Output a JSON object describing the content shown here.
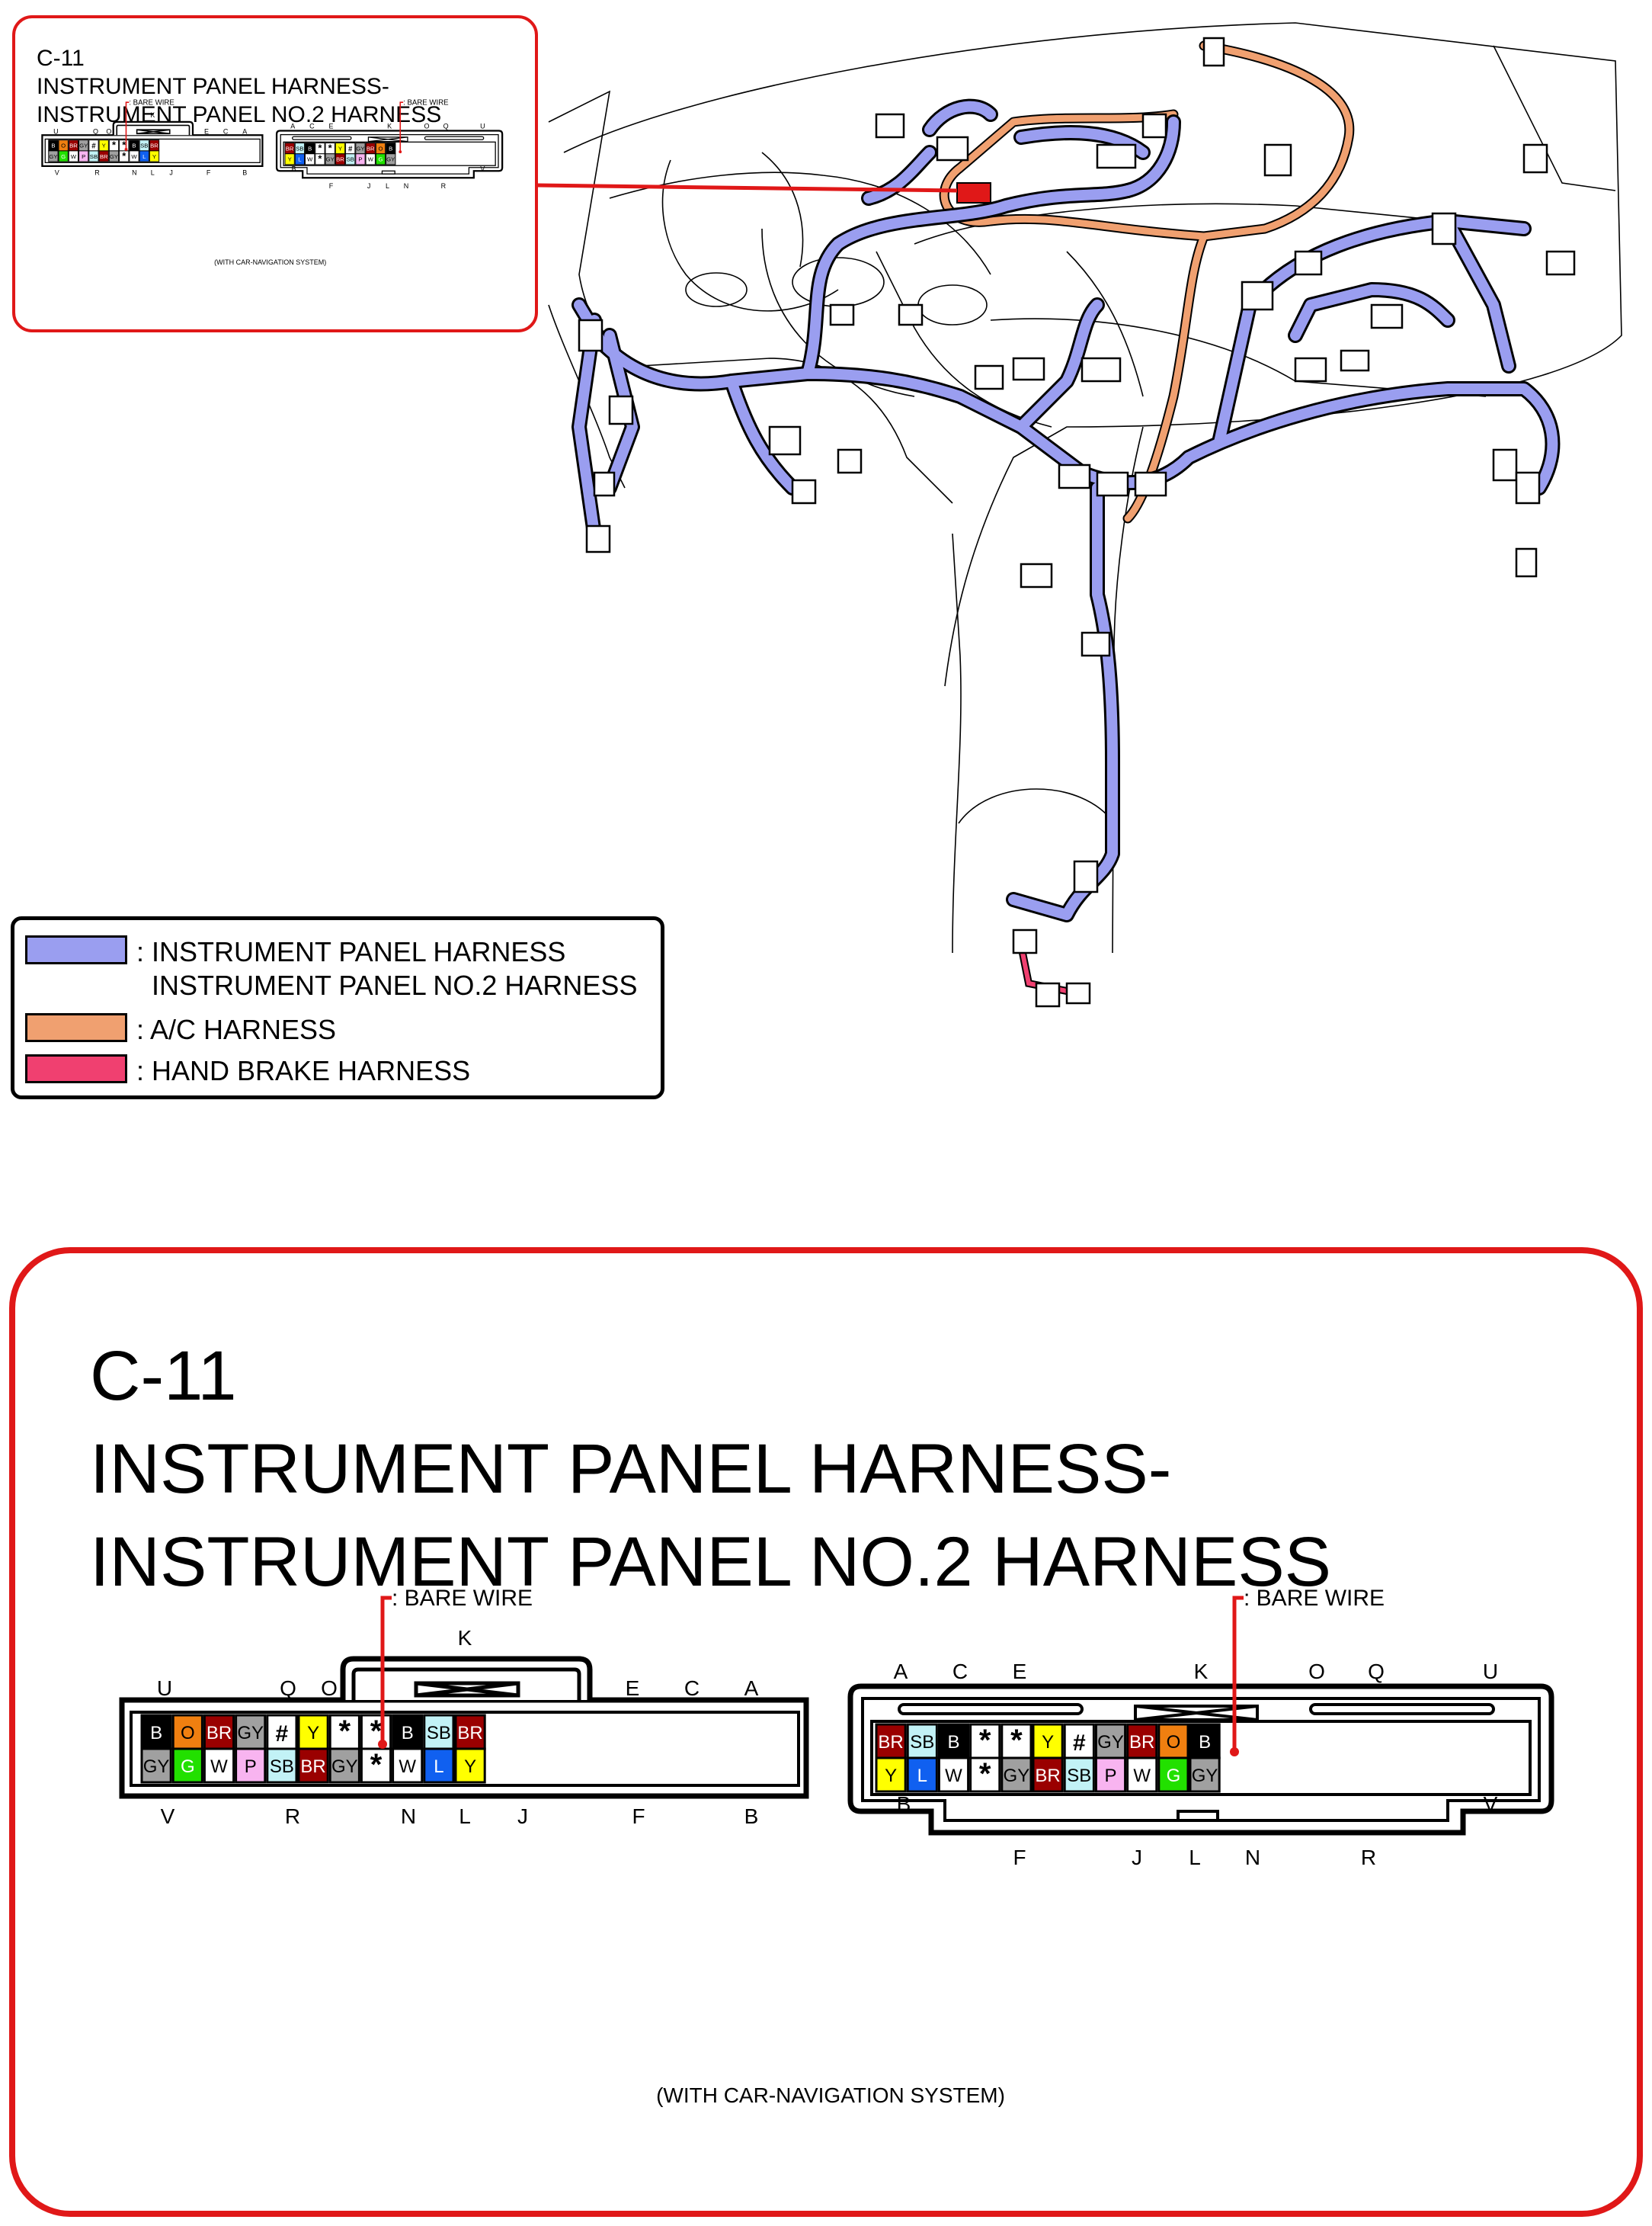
{
  "connector_id": "C-11",
  "title_line1": "INSTRUMENT PANEL HARNESS-",
  "title_line2": "INSTRUMENT PANEL NO.2 HARNESS",
  "legend": [
    {
      "lines": [
        ": INSTRUMENT PANEL HARNESS",
        "INSTRUMENT PANEL NO.2 HARNESS"
      ],
      "color": "#9a9ef0"
    },
    {
      "lines": [
        ": A/C HARNESS"
      ],
      "color": "#f0a070"
    },
    {
      "lines": [
        ": HAND BRAKE HARNESS"
      ],
      "color": "#f04070"
    }
  ],
  "colors": {
    "B": "#000000",
    "O": "#f07f10",
    "BR": "#9a0000",
    "GY": "#a0a0a0",
    "Y": "#ffff00",
    "SB": "#c2f2f6",
    "W": "#ffffff",
    "G": "#22e000",
    "P": "#f8b4f0",
    "L": "#1060f0",
    "#": "#ffffff",
    "*": "#ffffff",
    "harness_blue": "#9a9ef0",
    "ac_orange": "#f0a070",
    "hand_brake": "#f04070",
    "frame_red": "#e01818"
  },
  "left_connector": {
    "label": "INSTRUMENT PANEL HARNESS",
    "bare_wire_label": ": BARE WIRE",
    "top_letters": [
      "U",
      "Q",
      "O",
      "K",
      "E",
      "C",
      "A"
    ],
    "bottom_letters": [
      "V",
      "R",
      "N",
      "L",
      "J",
      "F",
      "B"
    ],
    "row1": [
      "B",
      "O",
      "BR",
      "GY",
      "#",
      "Y",
      "*",
      "*",
      "B",
      "SB",
      "BR"
    ],
    "row2": [
      "GY",
      "G",
      "W",
      "P",
      "SB",
      "BR",
      "GY",
      "*",
      "W",
      "L",
      "Y"
    ]
  },
  "right_connector": {
    "label": "INSTRUMENT PANEL NO.2 HARNESS",
    "bare_wire_label": ": BARE WIRE",
    "top_letters": [
      "A",
      "C",
      "E",
      "K",
      "O",
      "Q",
      "U"
    ],
    "bottom_letters": [
      "B",
      "F",
      "J",
      "L",
      "N",
      "R",
      "V"
    ],
    "row1": [
      "BR",
      "SB",
      "B",
      "*",
      "*",
      "Y",
      "#",
      "GY",
      "BR",
      "O",
      "B"
    ],
    "row2": [
      "Y",
      "L",
      "W",
      "*",
      "GY",
      "BR",
      "SB",
      "P",
      "W",
      "G",
      "GY"
    ]
  },
  "footnote": "(WITH CAR-NAVIGATION SYSTEM)"
}
